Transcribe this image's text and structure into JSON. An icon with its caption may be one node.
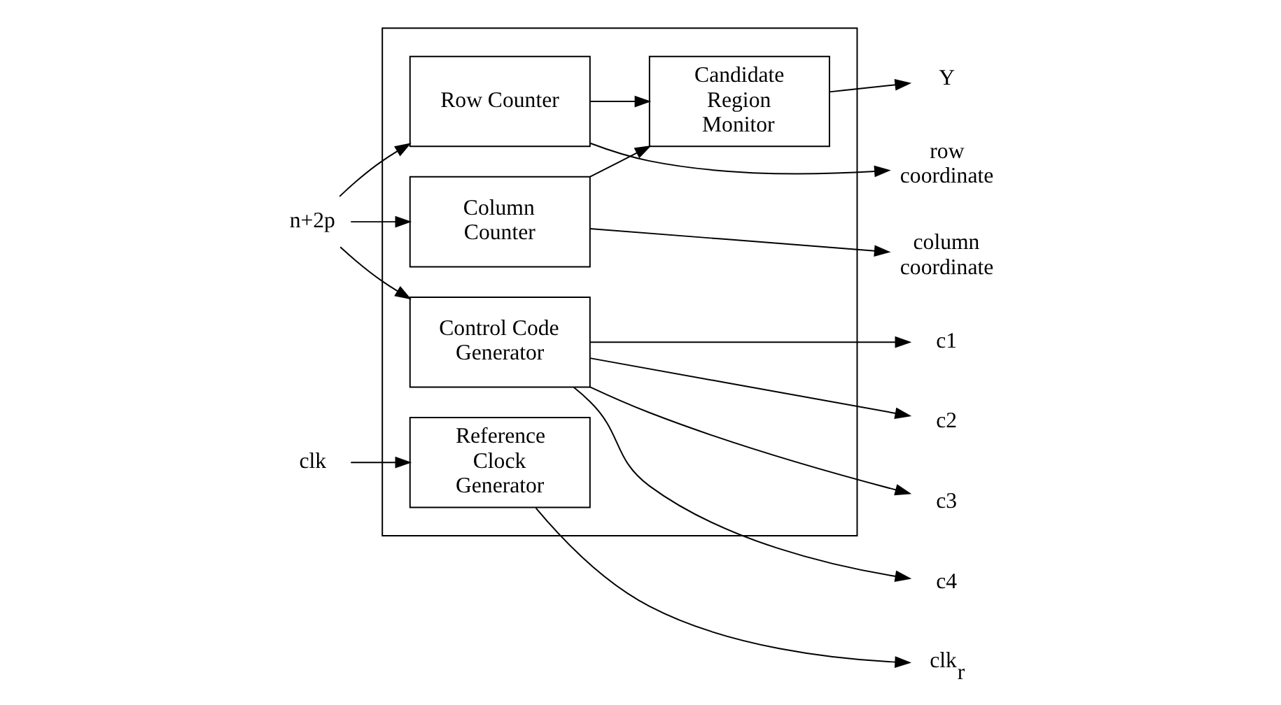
{
  "diagram": {
    "nodes": [
      {
        "text": [],
        "shape": "box"
      },
      {
        "text": [
          "Row Counter"
        ],
        "in": 0
      },
      {
        "text": [
          "Candidate Region Monitor"
        ],
        "in": 0
      },
      {
        "text": [
          "Column Counter"
        ],
        "in": 0
      },
      {
        "text": [
          "Control Code Generator"
        ],
        "in": 0
      },
      {
        "text": [
          "Reference Clock Generator"
        ],
        "in": 0
      },
      {
        "text": [
          "n+2p"
        ]
      },
      {
        "text": [
          "clk"
        ]
      },
      {
        "text": [
          "row coordinate"
        ]
      },
      {
        "text": [
          "Y"
        ]
      },
      {
        "text": [
          "column coordinate"
        ]
      },
      {
        "text": [
          "c1"
        ]
      },
      {
        "text": [
          "c2"
        ]
      },
      {
        "text": [
          "c3"
        ]
      },
      {
        "text": [
          "c4"
        ]
      },
      {
        "text": [
          "clk$_{r}$"
        ]
      }
    ],
    "edges": [
      {
        "from": 6,
        "to": 1,
        "arrow": "to"
      },
      {
        "from": 6,
        "to": 3,
        "arrow": "to"
      },
      {
        "from": 6,
        "to": 4,
        "arrow": "to"
      },
      {
        "from": 7,
        "to": 5,
        "arrow": "to"
      },
      {
        "from": 1,
        "to": 8,
        "arrow": "to"
      },
      {
        "from": 1,
        "to": 2,
        "arrow": "to"
      },
      {
        "from": 3,
        "to": 2,
        "arrow": "to"
      },
      {
        "from": 2,
        "to": 9,
        "arrow": "to"
      },
      {
        "from": 3,
        "to": 10,
        "arrow": "to"
      },
      {
        "from": 4,
        "to": 11,
        "arrow": "to"
      },
      {
        "from": 4,
        "to": 12,
        "arrow": "to"
      },
      {
        "from": 4,
        "to": 13,
        "arrow": "to"
      },
      {
        "from": 4,
        "to": 14,
        "arrow": "to"
      },
      {
        "from": 5,
        "to": 15,
        "arrow": "to"
      }
    ]
  }
}
